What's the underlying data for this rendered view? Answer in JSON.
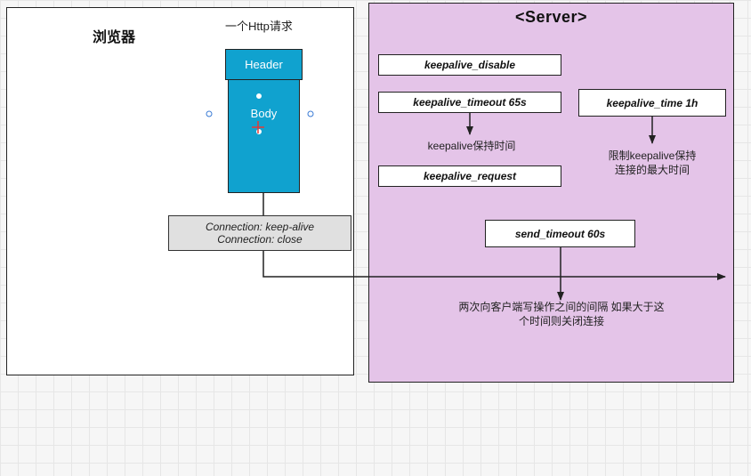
{
  "browser": {
    "title": "浏览器",
    "request_title": "一个Http请求"
  },
  "request": {
    "header_label": "Header",
    "body_label": "Body",
    "connection_line1": "Connection: keep-alive",
    "connection_line2": "Connection: close"
  },
  "server": {
    "title": "<Server>",
    "params": {
      "keepalive_disable": "keepalive_disable",
      "keepalive_timeout": "keepalive_timeout 65s",
      "keepalive_time": "keepalive_time 1h",
      "keepalive_request": "keepalive_request",
      "send_timeout": "send_timeout 60s"
    },
    "notes": {
      "keepalive_timeout_note": "keepalive保持时间",
      "keepalive_time_note_line1": "限制keepalive保持",
      "keepalive_time_note_line2": "连接的最大时间",
      "send_timeout_note_line1": "两次向客户端写操作之间的间隔 如果大于这",
      "send_timeout_note_line2": "个时间则关闭连接"
    }
  },
  "colors": {
    "server_background": "#e4c4e8",
    "request_block": "#10a2cf",
    "connection_box": "#e0e0e0"
  }
}
